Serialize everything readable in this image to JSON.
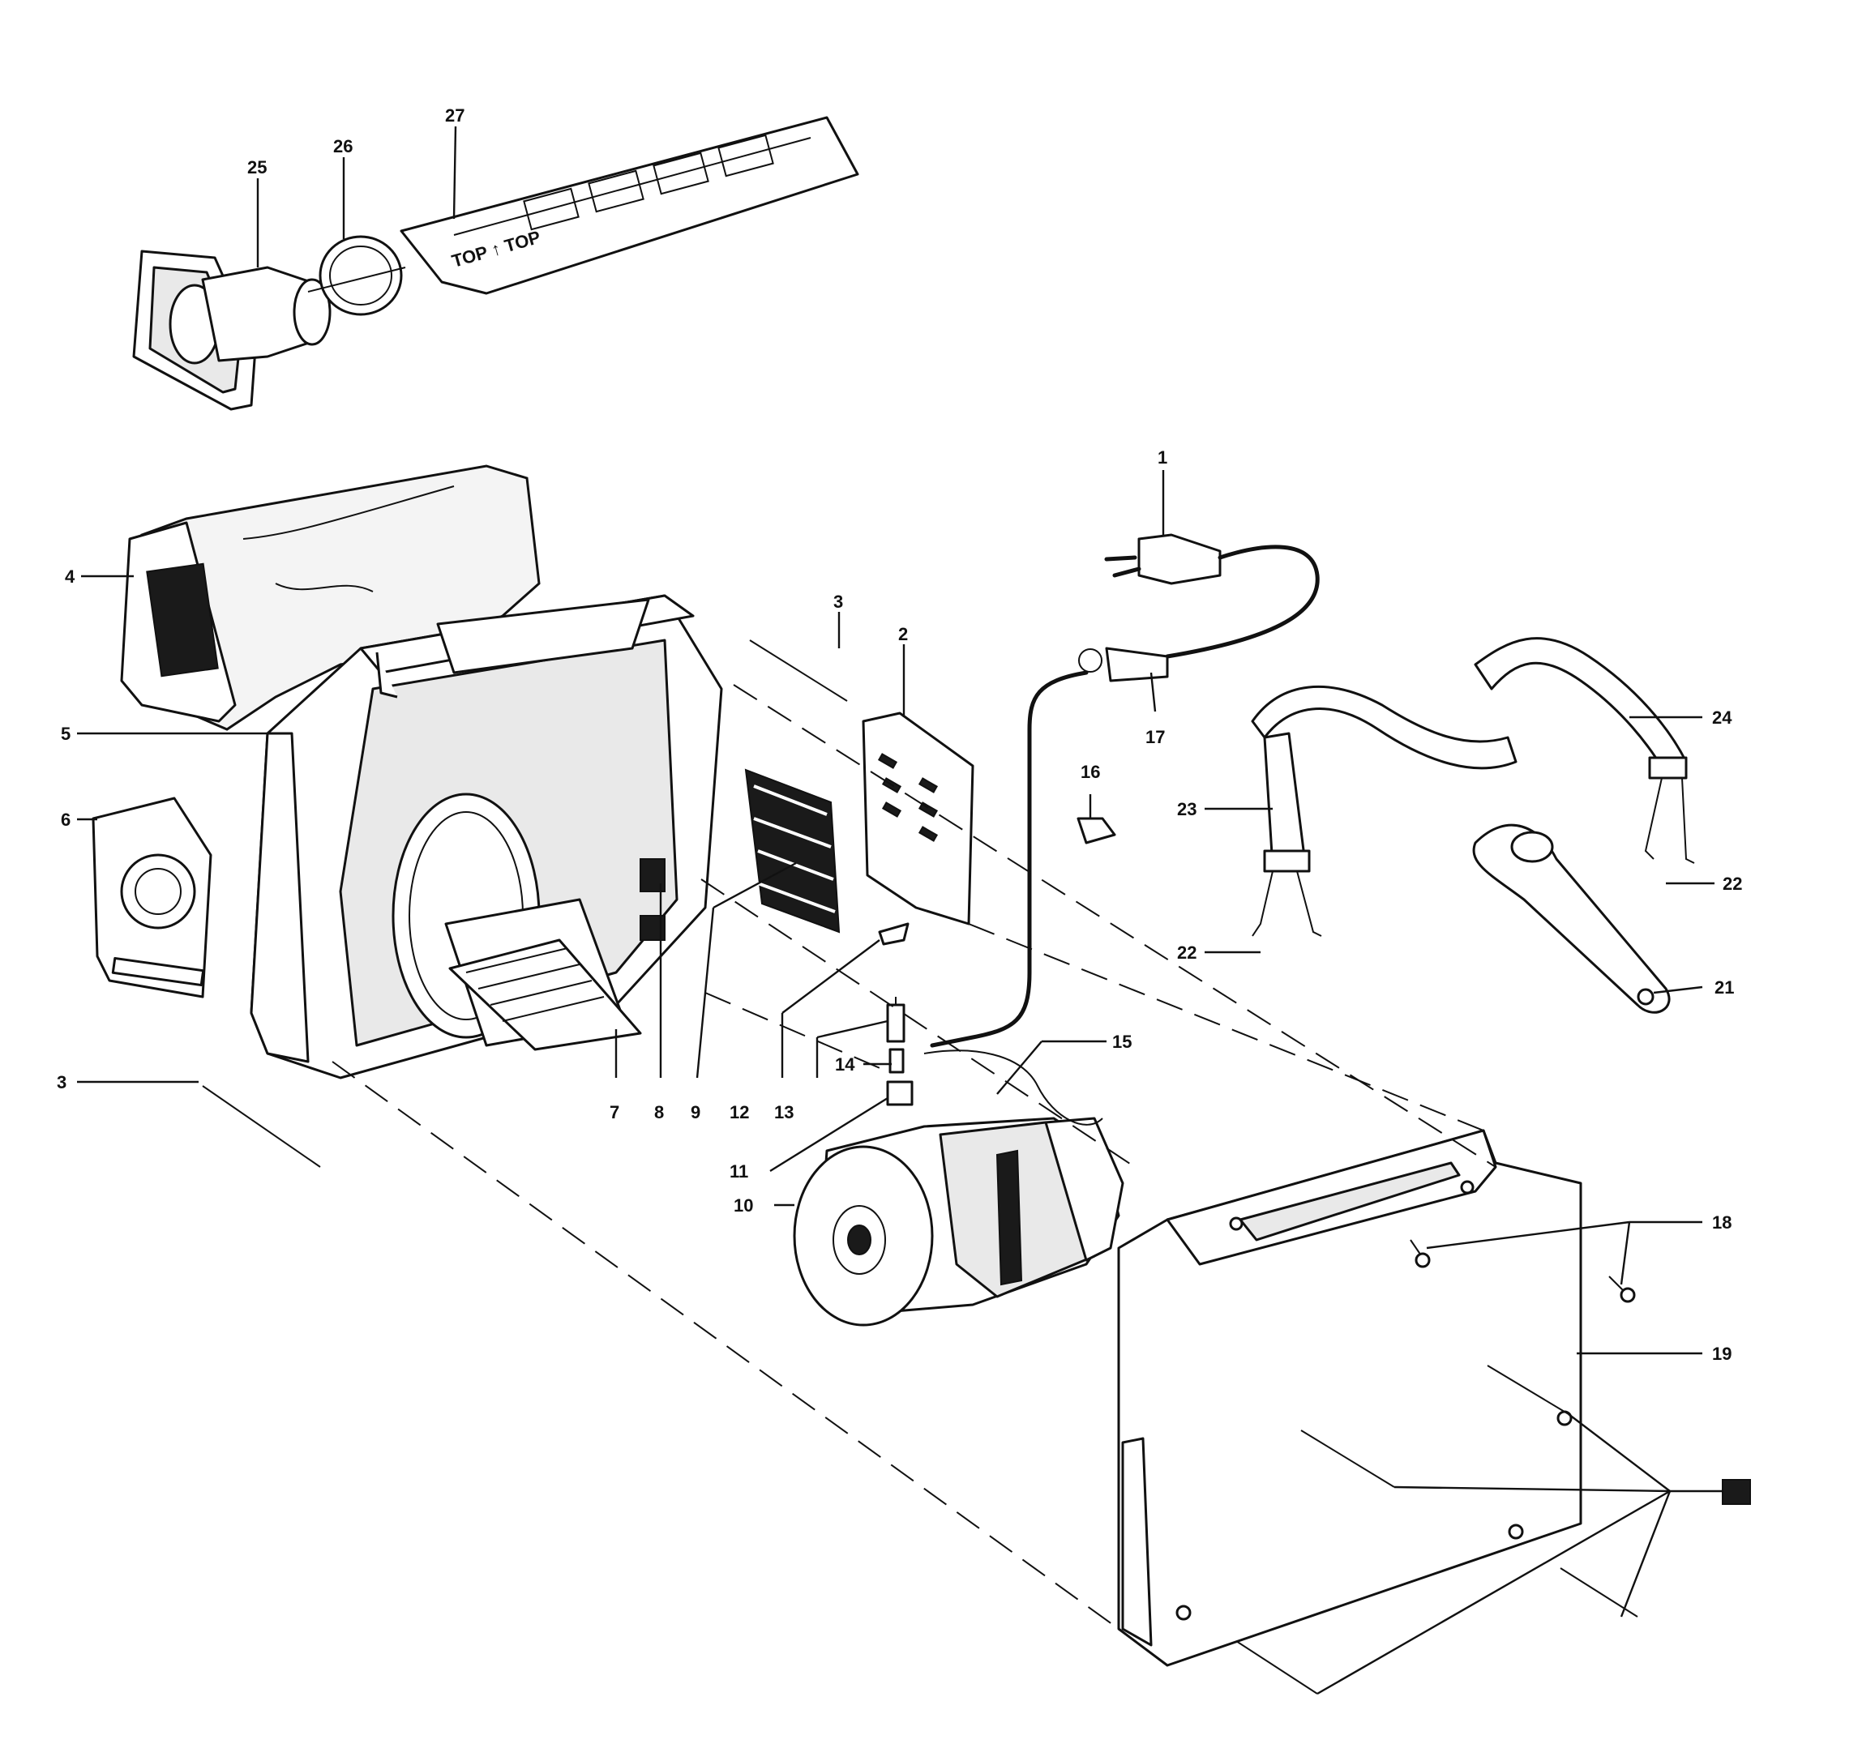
{
  "callouts": {
    "c1": "1",
    "c2": "2",
    "c3a": "3",
    "c3b": "3",
    "c4": "4",
    "c5": "5",
    "c6": "6",
    "c7": "7",
    "c8": "8",
    "c9": "9",
    "c10": "10",
    "c11": "11",
    "c12": "12",
    "c13": "13",
    "c14": "14",
    "c15": "15",
    "c16": "16",
    "c17": "17",
    "c18": "18",
    "c19": "19",
    "c21": "21",
    "c22a": "22",
    "c22b": "22",
    "c23": "23",
    "c24": "24",
    "c25": "25",
    "c26": "26",
    "c27": "27"
  },
  "bag_label": "TOP ↑ TOP"
}
